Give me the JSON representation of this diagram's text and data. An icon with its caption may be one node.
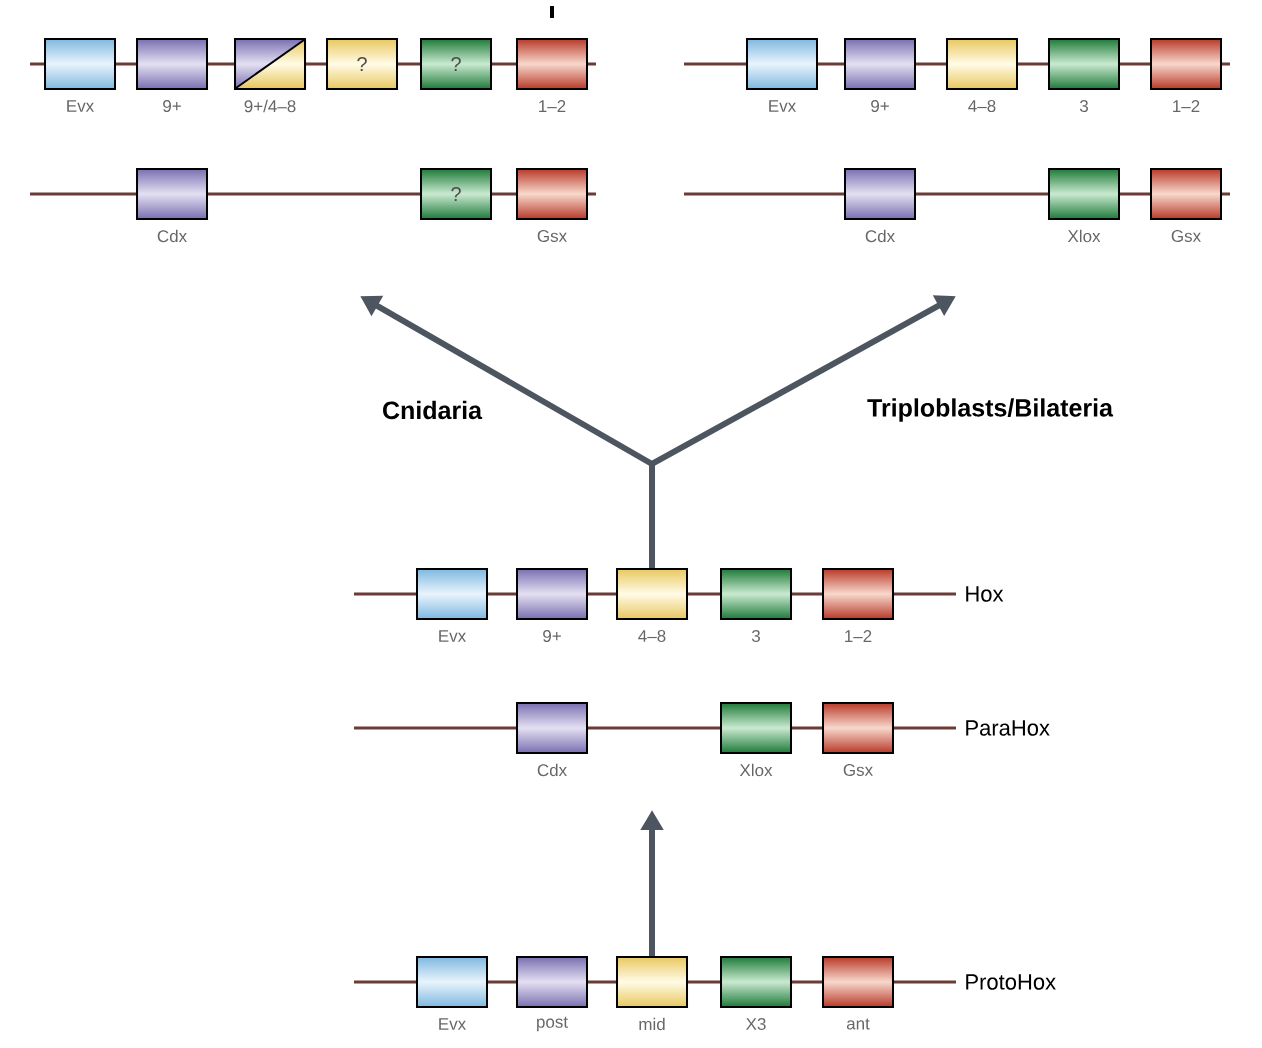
{
  "diagram": {
    "nodes": [
      {
        "text": [],
        "shape": "box",
        "beside": [
          "Evx"
        ]
      },
      {
        "text": [],
        "shape": "box",
        "beside": [
          "9+"
        ]
      },
      {
        "text": [],
        "shape": "box",
        "beside": [
          "9+/4–8"
        ]
      },
      {
        "text": [
          "?"
        ]
      },
      {
        "text": [
          "?"
        ]
      },
      {
        "text": [],
        "shape": "box",
        "beside": [
          "1–2"
        ]
      },
      {
        "text": [],
        "shape": "box",
        "beside": [
          "Cdx"
        ]
      },
      {
        "text": [
          "?"
        ]
      },
      {
        "text": [],
        "shape": "box",
        "beside": [
          "Gsx"
        ]
      },
      {
        "text": [],
        "shape": "box",
        "beside": [
          "Evx"
        ]
      },
      {
        "text": [],
        "shape": "box",
        "beside": [
          "9+"
        ]
      },
      {
        "text": [],
        "shape": "box",
        "beside": [
          "4–8"
        ]
      },
      {
        "text": [],
        "shape": "box",
        "beside": [
          "3"
        ]
      },
      {
        "text": [],
        "shape": "box",
        "beside": [
          "1–2"
        ]
      },
      {
        "text": [],
        "shape": "box",
        "beside": [
          "Cdx"
        ]
      },
      {
        "text": [],
        "shape": "box",
        "beside": [
          "Xlox"
        ]
      },
      {
        "text": [],
        "shape": "box",
        "beside": [
          "Gsx"
        ]
      },
      {
        "text": [],
        "shape": "box",
        "beside": [
          "Evx"
        ]
      },
      {
        "text": [],
        "shape": "box",
        "beside": [
          "9+"
        ]
      },
      {
        "text": [],
        "shape": "box",
        "beside": [
          "4–8"
        ]
      },
      {
        "text": [],
        "shape": "box",
        "beside": [
          "3"
        ]
      },
      {
        "text": [],
        "shape": "box",
        "beside": [
          "1–2"
        ]
      },
      {
        "text": [],
        "shape": "box",
        "beside": [
          "Cdx"
        ]
      },
      {
        "text": [],
        "shape": "box",
        "beside": [
          "Xlox"
        ]
      },
      {
        "text": [],
        "shape": "box",
        "beside": [
          "Gsx"
        ]
      },
      {
        "text": [],
        "shape": "box",
        "beside": [
          "Evx"
        ]
      },
      {
        "text": [],
        "shape": "box",
        "beside": [
          "post"
        ]
      },
      {
        "text": [],
        "shape": "box",
        "beside": [
          "mid"
        ]
      },
      {
        "text": [],
        "shape": "box",
        "beside": [
          "X3"
        ]
      },
      {
        "text": [],
        "shape": "box",
        "beside": [
          "ant"
        ]
      }
    ],
    "edges": [
      {
        "from": 19,
        "to": null,
        "arrow": "to",
        "label": "Cnidaria"
      },
      {
        "from": 19,
        "to": null,
        "arrow": "to",
        "label": "Triploblasts/Bilateria"
      },
      {
        "from": 27,
        "to": null,
        "arrow": "to"
      }
    ],
    "labels": [
      "Hox",
      "ParaHox",
      "ProtoHox"
    ]
  }
}
